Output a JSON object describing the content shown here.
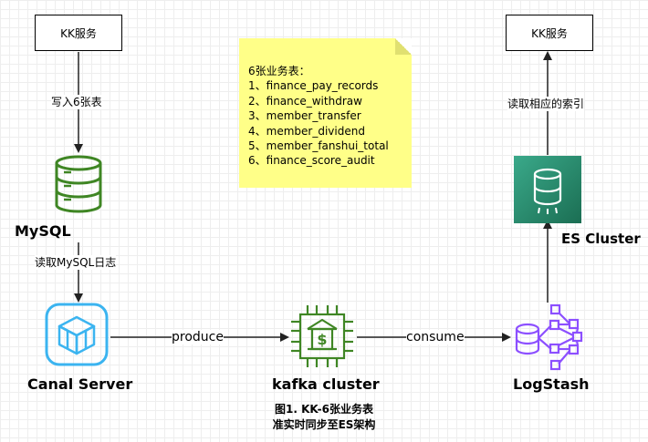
{
  "nodes": {
    "kk_service_left": "KK服务",
    "kk_service_right": "KK服务",
    "mysql": "MySQL",
    "es_cluster": "ES Cluster",
    "canal_server": "Canal Server",
    "kafka_cluster": "kafka cluster",
    "logstash": "LogStash"
  },
  "edges": {
    "write_tables": "写入6张表",
    "read_mysql_log": "读取MySQL日志",
    "produce": "produce",
    "consume": "consume",
    "read_index": "读取相应的索引"
  },
  "note": {
    "title": "6张业务表：",
    "items": [
      "1、finance_pay_records",
      "2、finance_withdraw",
      "3、member_transfer",
      "4、member_dividend",
      "5、member_fanshui_total",
      "6、finance_score_audit"
    ]
  },
  "caption": {
    "line1": "图1. KK-6张业务表",
    "line2": "准实时同步至ES架构"
  },
  "colors": {
    "mysql": "#3f8624",
    "canal": "#3bb4f0",
    "kafka": "#3f8624",
    "logstash": "#8c4fff",
    "es": "#2e8b6e",
    "note": "#ffff88"
  }
}
